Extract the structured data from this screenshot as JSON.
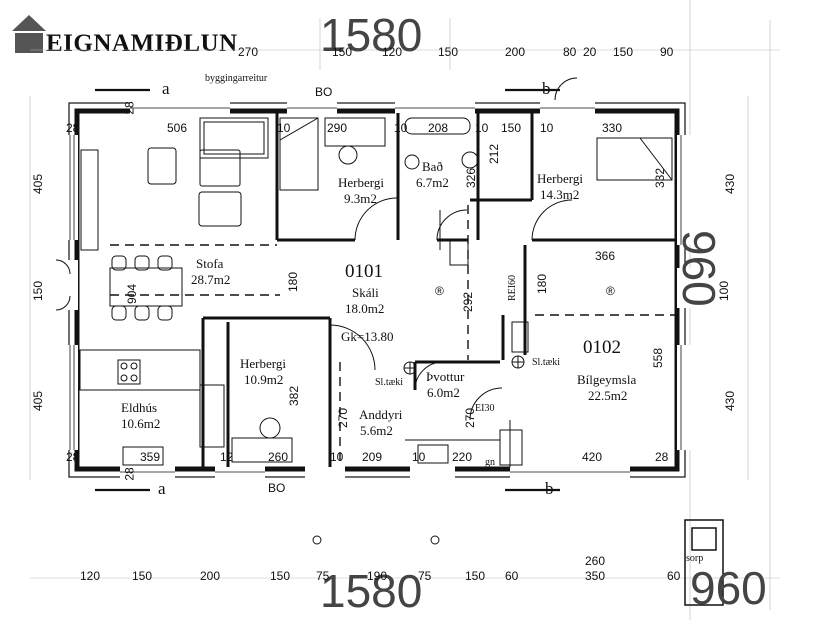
{
  "logo": {
    "text": "EIGNAMIÐLUN"
  },
  "overall": {
    "width": "1580",
    "depth": "960"
  },
  "labels": {
    "byggingarreitur": "byggingarreitur",
    "bo_top": "BO",
    "bo_bottom": "BO",
    "section_a": "a",
    "section_b": "b",
    "gk": "Gk=13.80",
    "sl_taeki_1": "Sl.tæki",
    "sl_taeki_2": "Sl.tæki",
    "ei30": "EI30",
    "rei60": "REI60",
    "sorp": "sorp",
    "r_mark": "®",
    "gn": "gn"
  },
  "units": {
    "u1": "0101",
    "u2": "0102"
  },
  "rooms": {
    "stofa": {
      "name": "Stofa",
      "area": "28.7m2"
    },
    "herbergi1": {
      "name": "Herbergi",
      "area": "9.3m2"
    },
    "bad": {
      "name": "Bað",
      "area": "6.7m2"
    },
    "herbergi2": {
      "name": "Herbergi",
      "area": "14.3m2"
    },
    "skali": {
      "name": "Skáli",
      "area": "18.0m2"
    },
    "bilgeymsla": {
      "name": "Bílgeymsla",
      "area": "22.5m2"
    },
    "herbergi3": {
      "name": "Herbergi",
      "area": "10.9m2"
    },
    "eldhus": {
      "name": "Eldhús",
      "area": "10.6m2"
    },
    "anddyri": {
      "name": "Anddyri",
      "area": "5.6m2"
    },
    "thvottur": {
      "name": "Þvottur",
      "area": "6.0m2"
    }
  },
  "dims": {
    "top": [
      "270",
      "150",
      "120",
      "150",
      "200",
      "80",
      "20",
      "150",
      "90"
    ],
    "inner_top": [
      "28",
      "506",
      "10",
      "290",
      "10",
      "208",
      "10",
      "150",
      "10",
      "330"
    ],
    "bottom": [
      "120",
      "150",
      "200",
      "150",
      "75",
      "190",
      "75",
      "150",
      "60",
      "350",
      "60"
    ],
    "inner_bottom": [
      "28",
      "359",
      "12",
      "260",
      "10",
      "209",
      "10",
      "220",
      "420",
      "28"
    ],
    "left": [
      "405",
      "150",
      "405"
    ],
    "right": [
      "430",
      "100",
      "430"
    ],
    "inner_misc": [
      "904",
      "180",
      "292",
      "180",
      "366",
      "212",
      "326",
      "332",
      "382",
      "270",
      "270",
      "558",
      "260",
      "28",
      "28"
    ]
  }
}
